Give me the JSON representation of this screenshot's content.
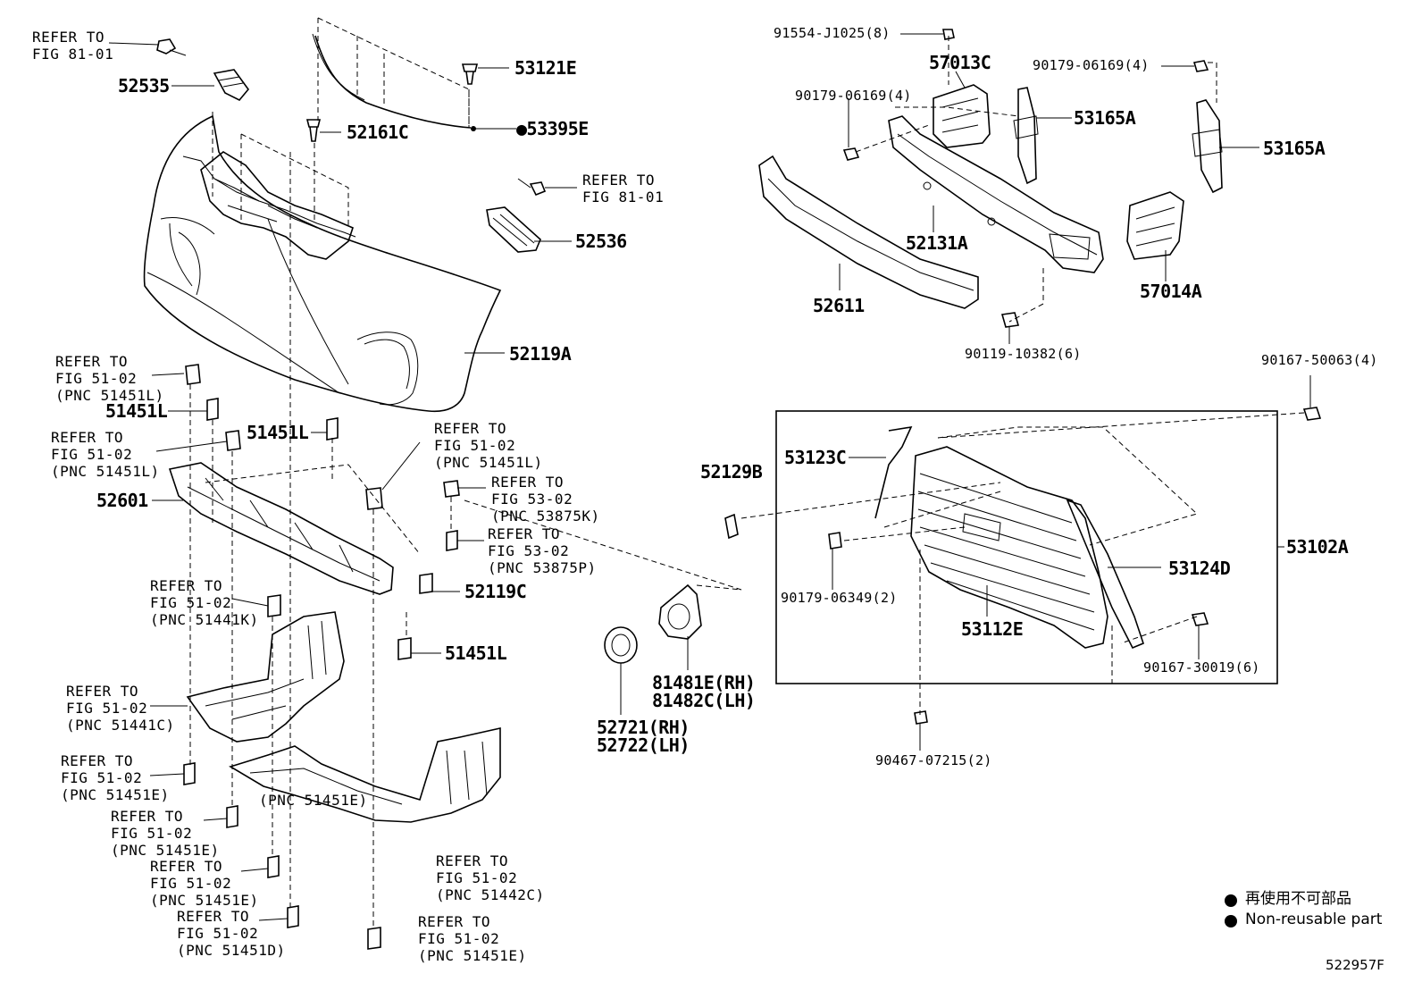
{
  "callouts": [
    {
      "id": "c1",
      "cls": "ref",
      "lines": [
        "REFER TO",
        "FIG 81-01"
      ]
    },
    {
      "id": "c2",
      "cls": "pn",
      "lines": [
        "52535"
      ]
    },
    {
      "id": "c3",
      "cls": "pn",
      "lines": [
        "53121E"
      ]
    },
    {
      "id": "c4",
      "cls": "pn",
      "lines": [
        "52161C"
      ]
    },
    {
      "id": "c5",
      "cls": "pn",
      "lines": [
        "53395E"
      ],
      "nonreusable": true
    },
    {
      "id": "c6",
      "cls": "ref",
      "lines": [
        "REFER TO",
        "FIG 81-01"
      ]
    },
    {
      "id": "c7",
      "cls": "pn",
      "lines": [
        "52536"
      ]
    },
    {
      "id": "c8",
      "cls": "pn",
      "lines": [
        "52119A"
      ]
    },
    {
      "id": "c9",
      "cls": "ref",
      "lines": [
        "REFER TO",
        "FIG 51-02",
        "(PNC 51451L)"
      ]
    },
    {
      "id": "c10",
      "cls": "pn",
      "lines": [
        "51451L"
      ]
    },
    {
      "id": "c11",
      "cls": "pn",
      "lines": [
        "51451L"
      ]
    },
    {
      "id": "c12",
      "cls": "ref",
      "lines": [
        "REFER TO",
        "FIG 51-02",
        "(PNC 51451L)"
      ]
    },
    {
      "id": "c13",
      "cls": "ref",
      "lines": [
        "REFER TO",
        "FIG 51-02",
        "(PNC 51451L)"
      ]
    },
    {
      "id": "c14",
      "cls": "pn",
      "lines": [
        "52601"
      ]
    },
    {
      "id": "c15",
      "cls": "ref",
      "lines": [
        "REFER TO",
        "FIG 53-02",
        "(PNC 53875K)"
      ]
    },
    {
      "id": "c16",
      "cls": "ref",
      "lines": [
        "REFER TO",
        "FIG 53-02",
        "(PNC 53875P)"
      ]
    },
    {
      "id": "c17",
      "cls": "pn",
      "lines": [
        "52119C"
      ]
    },
    {
      "id": "c18",
      "cls": "ref",
      "lines": [
        "REFER TO",
        "FIG 51-02",
        "(PNC 51441K)"
      ]
    },
    {
      "id": "c19",
      "cls": "pn",
      "lines": [
        "51451L"
      ]
    },
    {
      "id": "c20",
      "cls": "ref",
      "lines": [
        "REFER TO",
        "FIG 51-02",
        "(PNC 51441C)"
      ]
    },
    {
      "id": "c21",
      "cls": "ref",
      "lines": [
        "REFER TO",
        "FIG 51-02",
        "(PNC 51451E)"
      ]
    },
    {
      "id": "c22",
      "cls": "ref",
      "lines": [
        "(PNC 51451E)"
      ]
    },
    {
      "id": "c23",
      "cls": "ref",
      "lines": [
        "REFER TO",
        "FIG 51-02",
        "(PNC 51451E)"
      ]
    },
    {
      "id": "c24",
      "cls": "ref",
      "lines": [
        "REFER TO",
        "FIG 51-02",
        "(PNC 51451E)"
      ]
    },
    {
      "id": "c25",
      "cls": "ref",
      "lines": [
        "REFER TO",
        "FIG 51-02",
        "(PNC 51451D)"
      ]
    },
    {
      "id": "c26",
      "cls": "ref",
      "lines": [
        "REFER TO",
        "FIG 51-02",
        "(PNC 51451E)"
      ]
    },
    {
      "id": "c27",
      "cls": "ref",
      "lines": [
        "REFER TO",
        "FIG 51-02",
        "(PNC 51442C)"
      ]
    },
    {
      "id": "c28",
      "cls": "pn",
      "lines": [
        "52721(RH)",
        "52722(LH)"
      ]
    },
    {
      "id": "c29",
      "cls": "pn",
      "lines": [
        "81481E(RH)",
        "81482C(LH)"
      ]
    },
    {
      "id": "c30",
      "cls": "small",
      "lines": [
        "91554-J1025(8)"
      ]
    },
    {
      "id": "c31",
      "cls": "pn",
      "lines": [
        "57013C"
      ]
    },
    {
      "id": "c32",
      "cls": "small",
      "lines": [
        "90179-06169(4)"
      ]
    },
    {
      "id": "c33",
      "cls": "small",
      "lines": [
        "90179-06169(4)"
      ]
    },
    {
      "id": "c34",
      "cls": "pn",
      "lines": [
        "53165A"
      ]
    },
    {
      "id": "c35",
      "cls": "pn",
      "lines": [
        "53165A"
      ]
    },
    {
      "id": "c36",
      "cls": "pn",
      "lines": [
        "52131A"
      ]
    },
    {
      "id": "c37",
      "cls": "pn",
      "lines": [
        "52611"
      ]
    },
    {
      "id": "c38",
      "cls": "pn",
      "lines": [
        "57014A"
      ]
    },
    {
      "id": "c39",
      "cls": "small",
      "lines": [
        "90119-10382(6)"
      ]
    },
    {
      "id": "c40",
      "cls": "small",
      "lines": [
        "90167-50063(4)"
      ]
    },
    {
      "id": "c41",
      "cls": "pn",
      "lines": [
        "52129B"
      ]
    },
    {
      "id": "c42",
      "cls": "pn",
      "lines": [
        "53123C"
      ]
    },
    {
      "id": "c43",
      "cls": "pn",
      "lines": [
        "53102A"
      ]
    },
    {
      "id": "c44",
      "cls": "pn",
      "lines": [
        "53124D"
      ]
    },
    {
      "id": "c45",
      "cls": "small",
      "lines": [
        "90179-06349(2)"
      ]
    },
    {
      "id": "c46",
      "cls": "pn",
      "lines": [
        "53112E"
      ]
    },
    {
      "id": "c47",
      "cls": "small",
      "lines": [
        "90167-30019(6)"
      ]
    },
    {
      "id": "c48",
      "cls": "small",
      "lines": [
        "90467-07215(2)"
      ]
    }
  ],
  "legend": {
    "line1": "再使用不可部品",
    "line2": "Non-reusable part"
  },
  "figure_id": "522957F"
}
